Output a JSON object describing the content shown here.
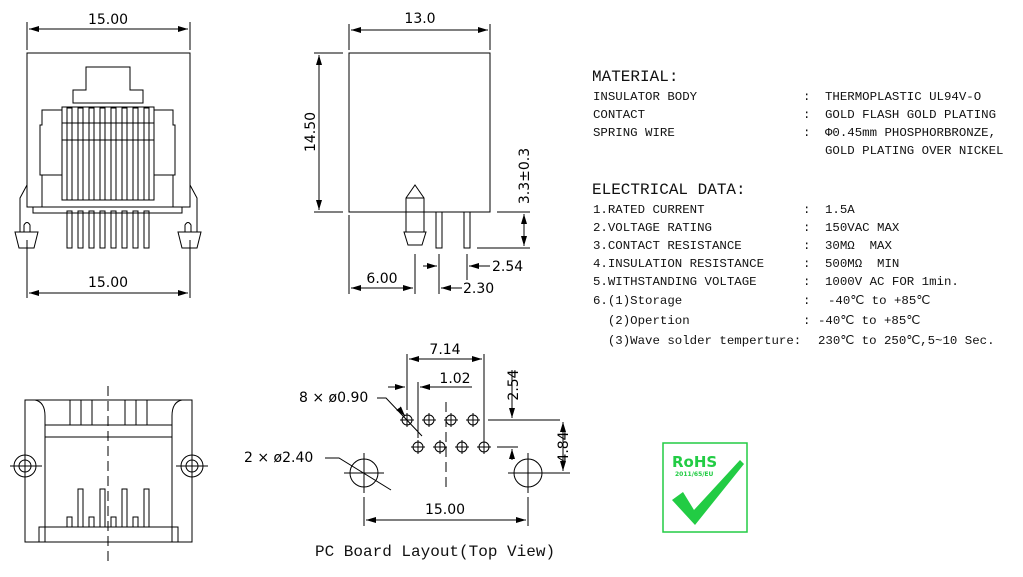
{
  "front_view": {
    "width_top": "15.00",
    "width_bottom": "15.00"
  },
  "side_view": {
    "width": "13.0",
    "height": "14.50",
    "pin_length": "3.3±0.3",
    "post_offset": "6.00",
    "pin_pitch": "2.54",
    "pin_offset": "2.30"
  },
  "pcb_layout": {
    "title": "PC Board Layout(Top View)",
    "small_holes": "8 × ø0.90",
    "large_holes": "2 × ø2.40",
    "span_pins": "7.14",
    "pin_pitch_x": "1.02",
    "row_pitch": "2.54",
    "row_to_hole": "4.84",
    "hole_span": "15.00"
  },
  "material": {
    "heading": "MATERIAL:",
    "rows": [
      {
        "label": "INSULATOR BODY",
        "sep": ":",
        "value": "THERMOPLASTIC UL94V-O"
      },
      {
        "label": "CONTACT",
        "sep": ":",
        "value": "GOLD FLASH GOLD PLATING"
      },
      {
        "label": "SPRING WIRE",
        "sep": ":",
        "value": "Φ0.45mm PHOSPHORBRONZE,"
      },
      {
        "label": "",
        "sep": "",
        "value": "GOLD PLATING OVER NICKEL"
      }
    ]
  },
  "electrical": {
    "heading": "ELECTRICAL DATA:",
    "rows": [
      {
        "label": "1.RATED CURRENT",
        "sep": ":",
        "value": "1.5A"
      },
      {
        "label": "2.VOLTAGE RATING",
        "sep": ":",
        "value": "150VAC MAX"
      },
      {
        "label": "3.CONTACT RESISTANCE",
        "sep": ":",
        "value": "30MΩ  MAX"
      },
      {
        "label": "4.INSULATION RESISTANCE",
        "sep": ":",
        "value": "500MΩ  MIN"
      },
      {
        "label": "5.WITHSTANDING VOLTAGE",
        "sep": ":",
        "value": "1000V AC FOR 1min."
      },
      {
        "label": "6.(1)Storage",
        "sep": ":",
        "value": "-40℃ to +85℃"
      },
      {
        "label": "  (2)Opertion",
        "sep": ":",
        "value": "-40℃ to +85℃"
      },
      {
        "label": "  (3)Wave solder temperture:",
        "sep": "",
        "value": "230℃ to 250℃,5~10 Sec."
      }
    ]
  },
  "rohs": {
    "title": "RoHS",
    "directive": "2011/65/EU",
    "color": "#22cc44"
  }
}
